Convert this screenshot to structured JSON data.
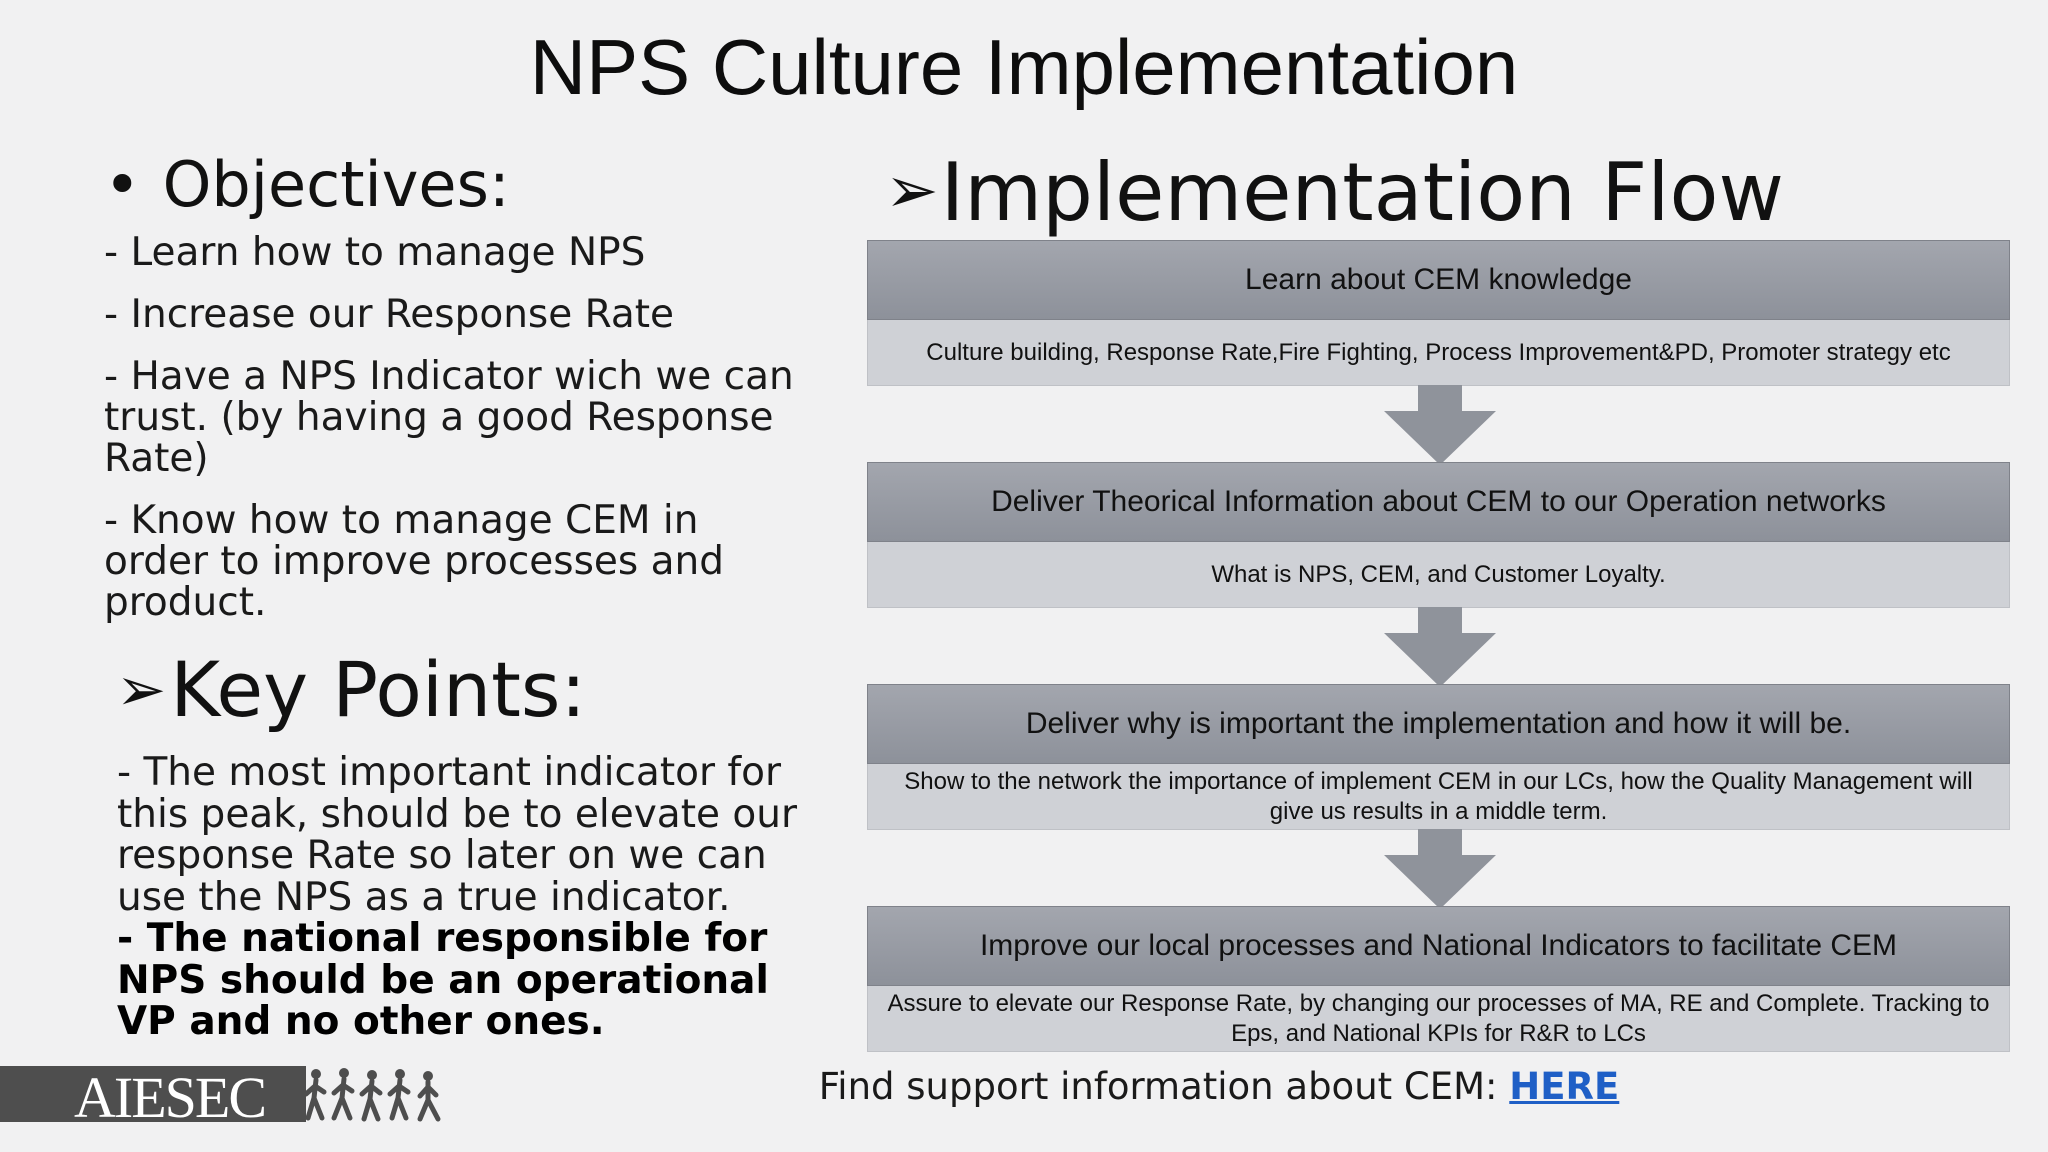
{
  "slide": {
    "title": "NPS Culture Implementation"
  },
  "objectives": {
    "bullet": "•",
    "heading": "Objectives:",
    "items": [
      "- Learn how to manage NPS",
      "- Increase our Response Rate",
      "- Have a NPS Indicator wich we can trust. (by having a good Response Rate)",
      "- Know how to manage CEM in order to improve processes and product."
    ]
  },
  "key_points": {
    "arrow": "➢",
    "heading": "Key Points:",
    "normal_text": "- The most important indicator for this peak, should be to elevate our response Rate so later on we can use the NPS as a true indicator.",
    "bold_text": "- The national responsible for NPS should be an operational VP and no other ones."
  },
  "flow": {
    "arrow": "➢",
    "heading": "Implementation Flow",
    "steps": [
      {
        "header": "Learn about CEM knowledge",
        "body": "Culture building, Response Rate,Fire Fighting, Process Improvement&PD, Promoter strategy etc"
      },
      {
        "header": "Deliver Theorical Information about CEM to our Operation networks",
        "body": "What is NPS, CEM, and Customer Loyalty."
      },
      {
        "header": "Deliver why is important the implementation and how it will be.",
        "body": "Show to the network the importance of implement CEM in our LCs, how the Quality Management will give us results in a middle term."
      },
      {
        "header": "Improve our local processes and National Indicators to facilitate CEM",
        "body": "Assure to elevate our Response Rate, by changing our processes of MA, RE and Complete. Tracking to Eps, and National KPIs for R&R to LCs"
      }
    ],
    "connector_icon": "down-arrow-icon"
  },
  "support": {
    "text": "Find support information about CEM: ",
    "link_label": "HERE"
  },
  "logo": {
    "text": "AIESEC"
  },
  "colors": {
    "background": "#f1f1f2",
    "step_header": "#9a9da5",
    "step_body": "#cfd1d6",
    "arrow": "#8f939b",
    "link": "#1f5fc6"
  }
}
